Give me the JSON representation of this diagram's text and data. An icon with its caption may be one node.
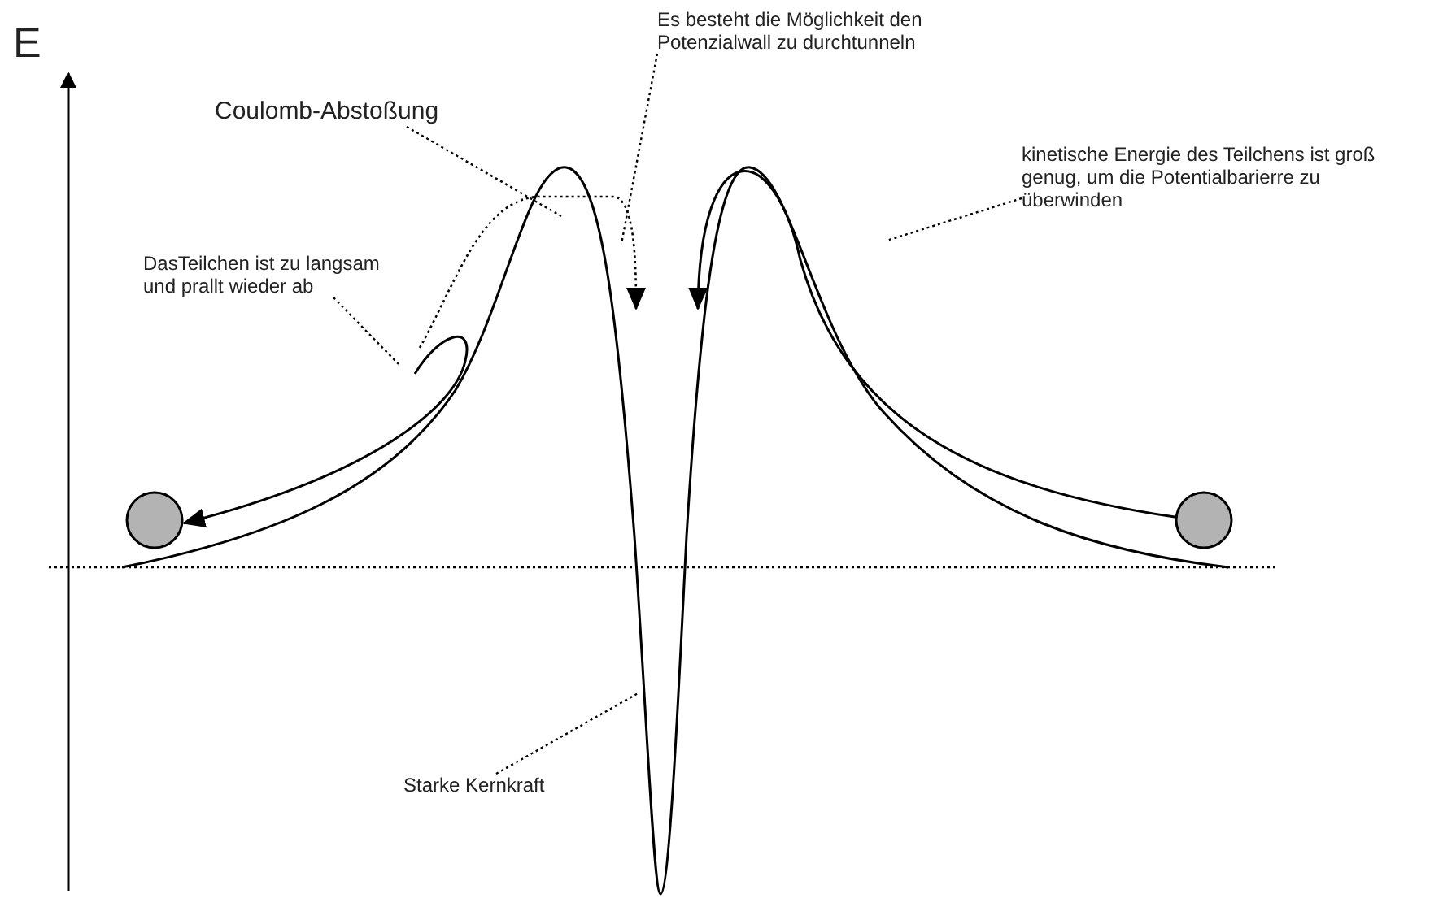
{
  "diagram": {
    "nodes": [
      {
        "text": [
          "Es besteht die Möglichkeit den Potenzialwall zu durchtunneln"
        ]
      },
      {
        "text": [
          "Coulomb-Abstoßung"
        ]
      },
      {
        "text": [
          "kinetische Energie des Teilchens ist groß genug, um die Potentialbarierre zu überwinden"
        ]
      },
      {
        "text": [
          "DasTeilchen ist zu langsam und prallt wieder ab"
        ]
      },
      {
        "text": [
          "Starke Kernkraft"
        ]
      },
      {
        "text": [],
        "shape": "circle"
      },
      {
        "text": [],
        "shape": "circle"
      }
    ],
    "edges": [
      {
        "from": 0,
        "to": null,
        "arrow": "none",
        "style": "dashed"
      },
      {
        "from": 1,
        "to": null,
        "arrow": "none",
        "style": "dashed"
      },
      {
        "from": 2,
        "to": null,
        "arrow": "none",
        "style": "dashed"
      },
      {
        "from": 3,
        "to": null,
        "arrow": "none",
        "style": "dashed"
      },
      {
        "from": 4,
        "to": null,
        "arrow": "none",
        "style": "dashed"
      },
      {
        "from": null,
        "to": 5,
        "arrow": "to"
      },
      {
        "from": 6,
        "to": null,
        "arrow": "to"
      }
    ],
    "labels": [
      "E"
    ]
  }
}
